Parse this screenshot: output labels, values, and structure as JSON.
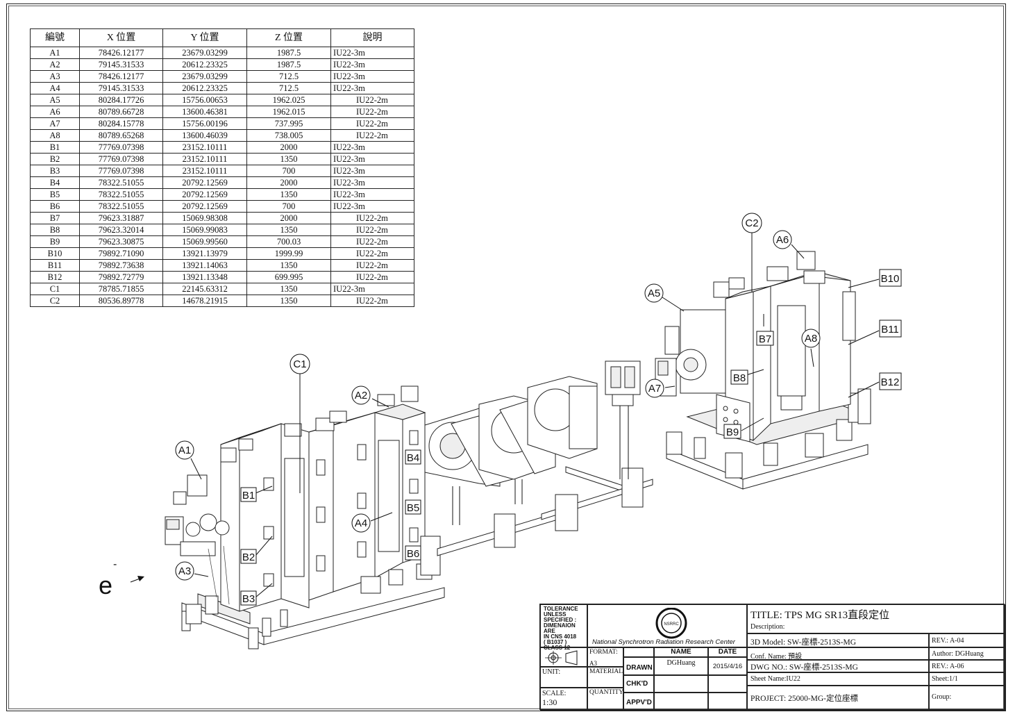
{
  "table": {
    "headers": [
      "編號",
      "X 位置",
      "Y 位置",
      "Z 位置",
      "說明"
    ],
    "rows": [
      {
        "id": "A1",
        "x": "78426.12177",
        "y": "23679.03299",
        "z": "1987.5",
        "desc": "IU22-3m"
      },
      {
        "id": "A2",
        "x": "79145.31533",
        "y": "20612.23325",
        "z": "1987.5",
        "desc": "IU22-3m"
      },
      {
        "id": "A3",
        "x": "78426.12177",
        "y": "23679.03299",
        "z": "712.5",
        "desc": "IU22-3m"
      },
      {
        "id": "A4",
        "x": "79145.31533",
        "y": "20612.23325",
        "z": "712.5",
        "desc": "IU22-3m"
      },
      {
        "id": "A5",
        "x": "80284.17726",
        "y": "15756.00653",
        "z": "1962.025",
        "desc": "IU22-2m"
      },
      {
        "id": "A6",
        "x": "80789.66728",
        "y": "13600.46381",
        "z": "1962.015",
        "desc": "IU22-2m"
      },
      {
        "id": "A7",
        "x": "80284.15778",
        "y": "15756.00196",
        "z": "737.995",
        "desc": "IU22-2m"
      },
      {
        "id": "A8",
        "x": "80789.65268",
        "y": "13600.46039",
        "z": "738.005",
        "desc": "IU22-2m"
      },
      {
        "id": "B1",
        "x": "77769.07398",
        "y": "23152.10111",
        "z": "2000",
        "desc": "IU22-3m"
      },
      {
        "id": "B2",
        "x": "77769.07398",
        "y": "23152.10111",
        "z": "1350",
        "desc": "IU22-3m"
      },
      {
        "id": "B3",
        "x": "77769.07398",
        "y": "23152.10111",
        "z": "700",
        "desc": "IU22-3m"
      },
      {
        "id": "B4",
        "x": "78322.51055",
        "y": "20792.12569",
        "z": "2000",
        "desc": "IU22-3m"
      },
      {
        "id": "B5",
        "x": "78322.51055",
        "y": "20792.12569",
        "z": "1350",
        "desc": "IU22-3m"
      },
      {
        "id": "B6",
        "x": "78322.51055",
        "y": "20792.12569",
        "z": "700",
        "desc": "IU22-3m"
      },
      {
        "id": "B7",
        "x": "79623.31887",
        "y": "15069.98308",
        "z": "2000",
        "desc": "IU22-2m"
      },
      {
        "id": "B8",
        "x": "79623.32014",
        "y": "15069.99083",
        "z": "1350",
        "desc": "IU22-2m"
      },
      {
        "id": "B9",
        "x": "79623.30875",
        "y": "15069.99560",
        "z": "700.03",
        "desc": "IU22-2m"
      },
      {
        "id": "B10",
        "x": "79892.71090",
        "y": "13921.13979",
        "z": "1999.99",
        "desc": "IU22-2m"
      },
      {
        "id": "B11",
        "x": "79892.73638",
        "y": "13921.14063",
        "z": "1350",
        "desc": "IU22-2m"
      },
      {
        "id": "B12",
        "x": "79892.72779",
        "y": "13921.13348",
        "z": "699.995",
        "desc": "IU22-2m"
      },
      {
        "id": "C1",
        "x": "78785.71855",
        "y": "22145.63312",
        "z": "1350",
        "desc": "IU22-3m"
      },
      {
        "id": "C2",
        "x": "80536.89778",
        "y": "14678.21915",
        "z": "1350",
        "desc": "IU22-2m"
      }
    ]
  },
  "drawing": {
    "callouts": {
      "A1": "A1",
      "A2": "A2",
      "A3": "A3",
      "A4": "A4",
      "A5": "A5",
      "A6": "A6",
      "A7": "A7",
      "A8": "A8",
      "B1": "B1",
      "B2": "B2",
      "B3": "B3",
      "B4": "B4",
      "B5": "B5",
      "B6": "B6",
      "B7": "B7",
      "B8": "B8",
      "B9": "B9",
      "B10": "B10",
      "B11": "B11",
      "B12": "B12",
      "C1": "C1",
      "C2": "C2"
    },
    "beam_label": "e",
    "beam_sup": "-"
  },
  "title_block": {
    "tolerance": [
      "TOLERANCE",
      "UNLESS",
      "SPECIFIED :",
      "DIMENAION ARE",
      "IN CNS 4018",
      "( B1037 )",
      "CLASS 12"
    ],
    "institution": "National Synchrotron Radiation Research Center",
    "logo_text": "NSRRC",
    "format_label": "FORMAT:",
    "format_value": "A3",
    "material_label": "MATERIAL:",
    "quantity_label": "QUANTITY:",
    "unit_label": "UNIT:",
    "scale_label": "SCALE:",
    "scale_value": "1:30",
    "name_header": "NAME",
    "date_header": "DATE",
    "drawn_label": "DRAWN",
    "chkd_label": "CHK'D",
    "appvd_label": "APPV'D",
    "drawn_name": "DGHuang",
    "drawn_date": "2015/4/16",
    "title": "TITLE: TPS MG SR13直段定位",
    "description": "Description:",
    "model_3d": "3D Model: SW-座標-2513S-MG",
    "conf_name": "Conf. Name: 預設",
    "dwg_no": "DWG NO.: SW-座標-2513S-MG",
    "sheet_name": "Sheet Name:IU22",
    "project": "PROJECT: 25000-MG-定位座標",
    "rev1": "REV.: A-04",
    "author": "Author: DGHuang",
    "rev2": "REV.: A-06",
    "sheet": "Sheet:1/1",
    "group": "Group:"
  }
}
